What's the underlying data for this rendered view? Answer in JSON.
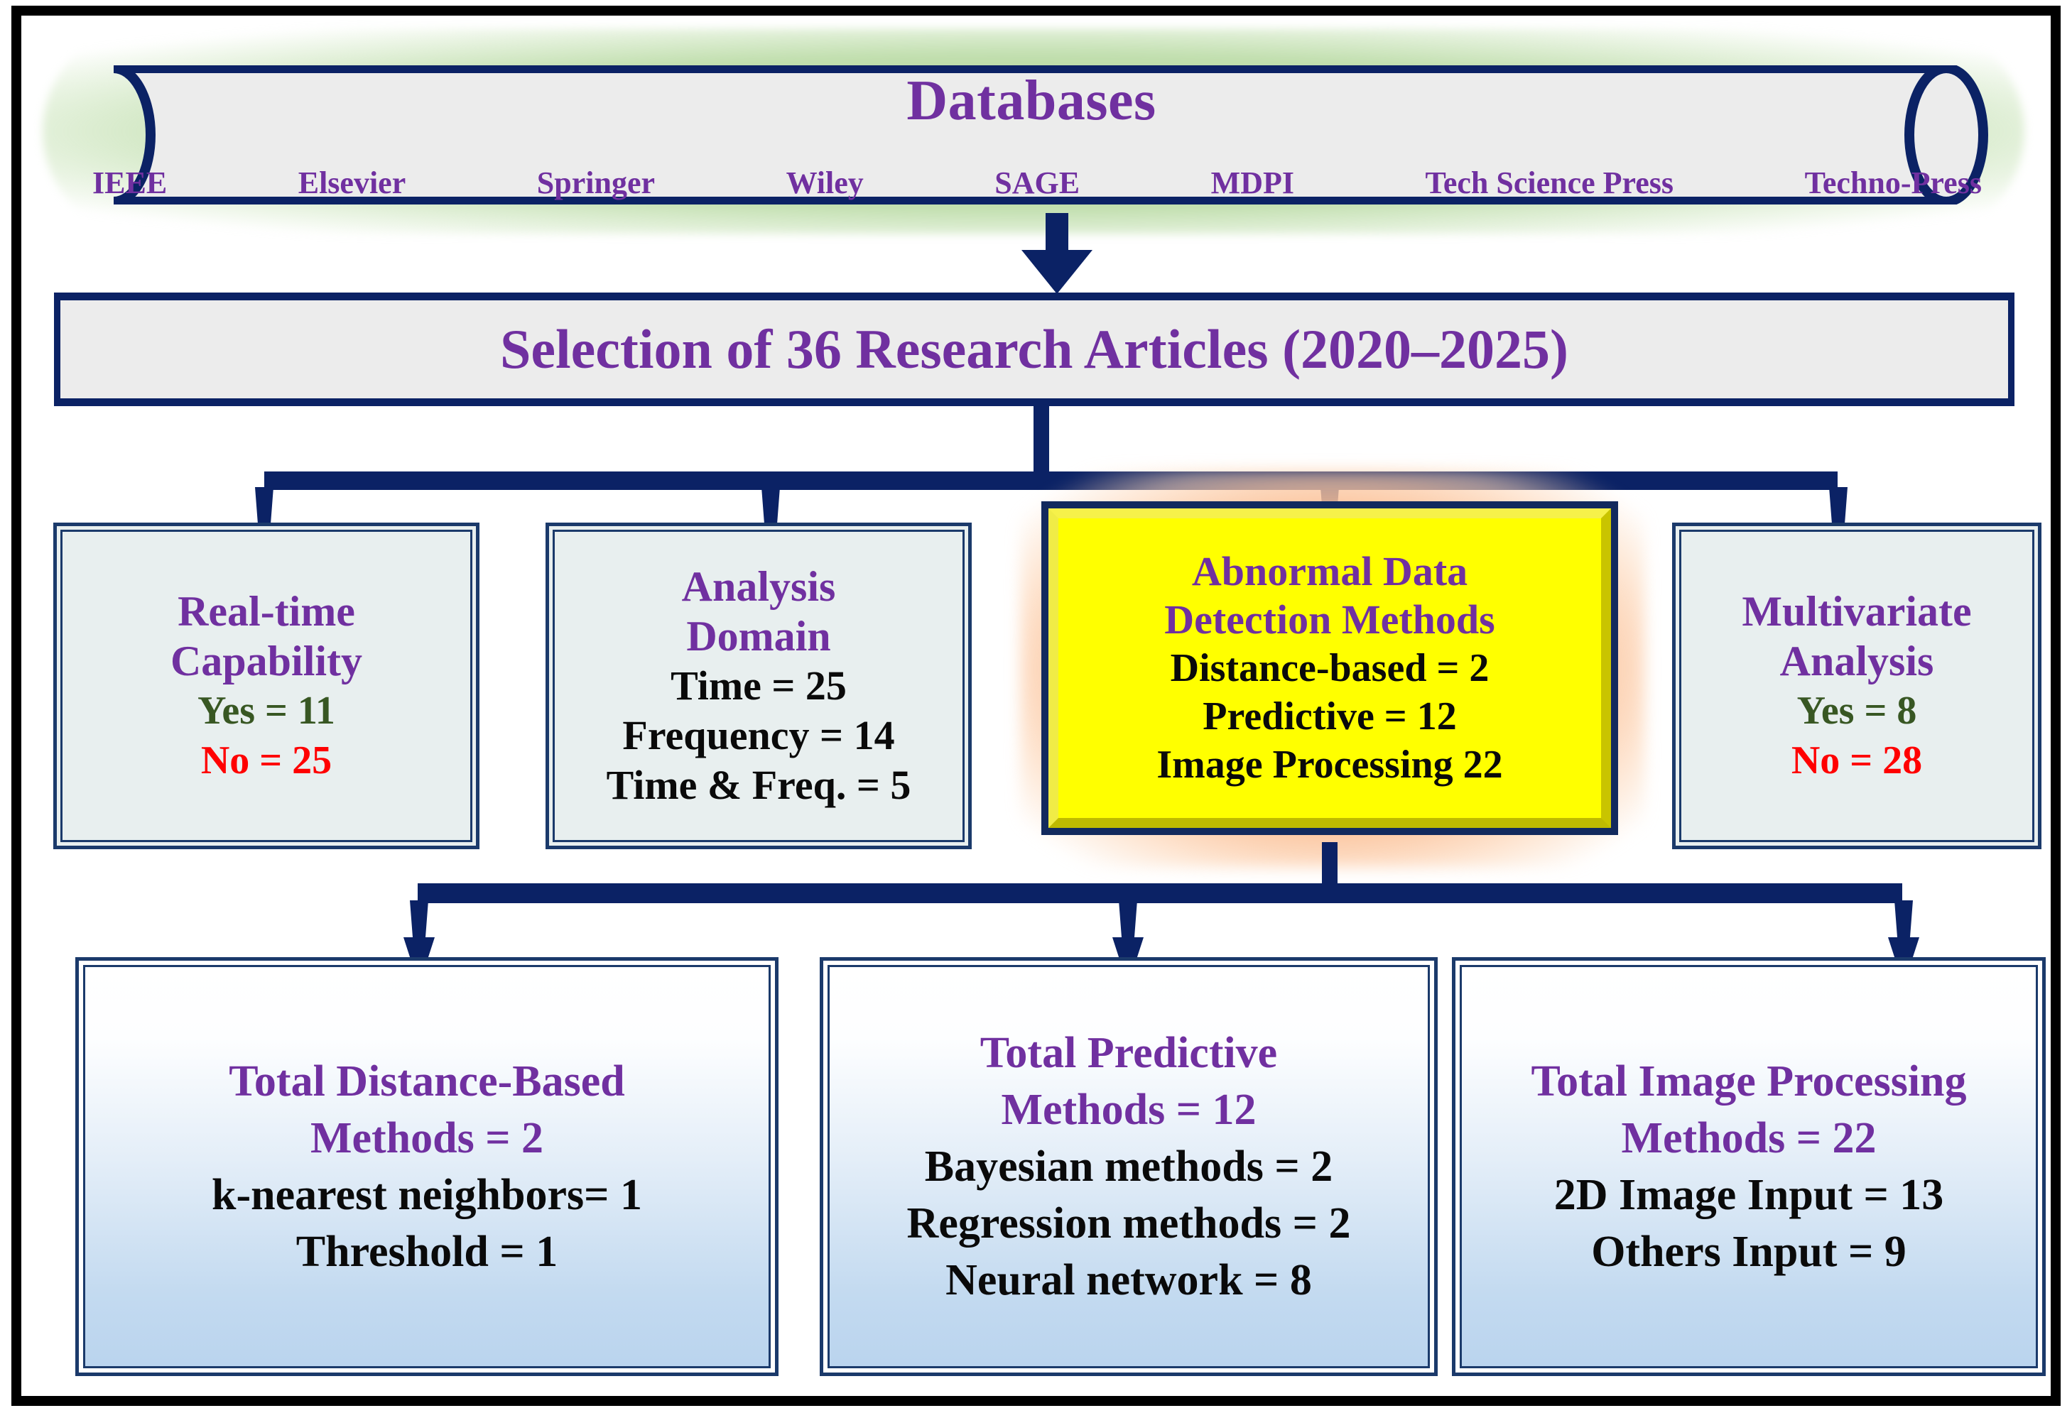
{
  "figure": {
    "type": "flowchart",
    "accent_purple": "#7030A0",
    "accent_navy": "#0B2265",
    "accent_green": "#385723",
    "accent_red": "#FF0000",
    "highlight_yellow": "#FFFF00"
  },
  "databases": {
    "title": "Databases",
    "items": [
      {
        "label": "IEEE"
      },
      {
        "label": "Elsevier"
      },
      {
        "label": "Springer"
      },
      {
        "label": "Wiley"
      },
      {
        "label": "SAGE"
      },
      {
        "label": "MDPI"
      },
      {
        "label": "Tech Science Press"
      },
      {
        "label": "Techno-Press"
      }
    ]
  },
  "selection": {
    "title": "Selection of 36 Research Articles (2020–2025)"
  },
  "criteria_boxes": [
    {
      "name": "real-time-capability",
      "heading": [
        "Real-time",
        "Capability"
      ],
      "stats": [
        {
          "text": "Yes = 11",
          "color": "green"
        },
        {
          "text": "No = 25",
          "color": "red"
        }
      ]
    },
    {
      "name": "analysis-domain",
      "heading": [
        "Analysis",
        "Domain"
      ],
      "stats": [
        {
          "text": "Time = 25",
          "color": "black"
        },
        {
          "text": "Frequency = 14",
          "color": "black"
        },
        {
          "text": "Time & Freq. = 5",
          "color": "black"
        }
      ]
    },
    {
      "name": "multivariate-analysis",
      "heading": [
        "Multivariate",
        "Analysis"
      ],
      "stats": [
        {
          "text": "Yes = 8",
          "color": "green"
        },
        {
          "text": "No = 28",
          "color": "red"
        }
      ]
    }
  ],
  "highlight_box": {
    "name": "abnormal-data-detection-methods",
    "heading": [
      "Abnormal Data",
      "Detection Methods"
    ],
    "stats": [
      {
        "text": "Distance-based = 2"
      },
      {
        "text": "Predictive = 12"
      },
      {
        "text": "Image Processing 22"
      }
    ]
  },
  "method_boxes": [
    {
      "name": "total-distance-based-methods",
      "heading": [
        "Total Distance-Based",
        "Methods = 2"
      ],
      "stats": [
        {
          "text": "k-nearest neighbors= 1"
        },
        {
          "text": "Threshold = 1"
        }
      ]
    },
    {
      "name": "total-predictive-methods",
      "heading": [
        "Total Predictive",
        "Methods = 12"
      ],
      "stats": [
        {
          "text": "Bayesian methods = 2"
        },
        {
          "text": "Regression methods = 2"
        },
        {
          "text": "Neural network = 8"
        }
      ]
    },
    {
      "name": "total-image-processing-methods",
      "heading": [
        "Total Image Processing",
        "Methods = 22"
      ],
      "stats": [
        {
          "text": "2D Image Input  = 13"
        },
        {
          "text": "Others Input = 9"
        }
      ]
    }
  ],
  "chart_data": {
    "type": "table",
    "title": "Selection of 36 Research Articles (2020–2025)",
    "categories": [
      "Real-time Capability",
      "Analysis Domain",
      "Abnormal Data Detection Methods",
      "Multivariate Analysis",
      "Total Distance-Based Methods",
      "Total Predictive Methods",
      "Total Image Processing Methods"
    ],
    "series": [
      {
        "name": "Real-time Capability",
        "labels": [
          "Yes",
          "No"
        ],
        "values": [
          11,
          25
        ]
      },
      {
        "name": "Analysis Domain",
        "labels": [
          "Time",
          "Frequency",
          "Time & Freq."
        ],
        "values": [
          25,
          14,
          5
        ]
      },
      {
        "name": "Abnormal Data Detection Methods",
        "labels": [
          "Distance-based",
          "Predictive",
          "Image Processing"
        ],
        "values": [
          2,
          12,
          22
        ]
      },
      {
        "name": "Multivariate Analysis",
        "labels": [
          "Yes",
          "No"
        ],
        "values": [
          8,
          28
        ]
      },
      {
        "name": "Total Distance-Based Methods",
        "labels": [
          "k-nearest neighbors",
          "Threshold"
        ],
        "values": [
          1,
          1
        ],
        "total": 2
      },
      {
        "name": "Total Predictive Methods",
        "labels": [
          "Bayesian methods",
          "Regression methods",
          "Neural network"
        ],
        "values": [
          2,
          2,
          8
        ],
        "total": 12
      },
      {
        "name": "Total Image Processing Methods",
        "labels": [
          "2D Image Input",
          "Others Input"
        ],
        "values": [
          13,
          9
        ],
        "total": 22
      }
    ],
    "total_articles": 36,
    "year_range": "2020-2025",
    "databases": [
      "IEEE",
      "Elsevier",
      "Springer",
      "Wiley",
      "SAGE",
      "MDPI",
      "Tech Science Press",
      "Techno-Press"
    ]
  }
}
